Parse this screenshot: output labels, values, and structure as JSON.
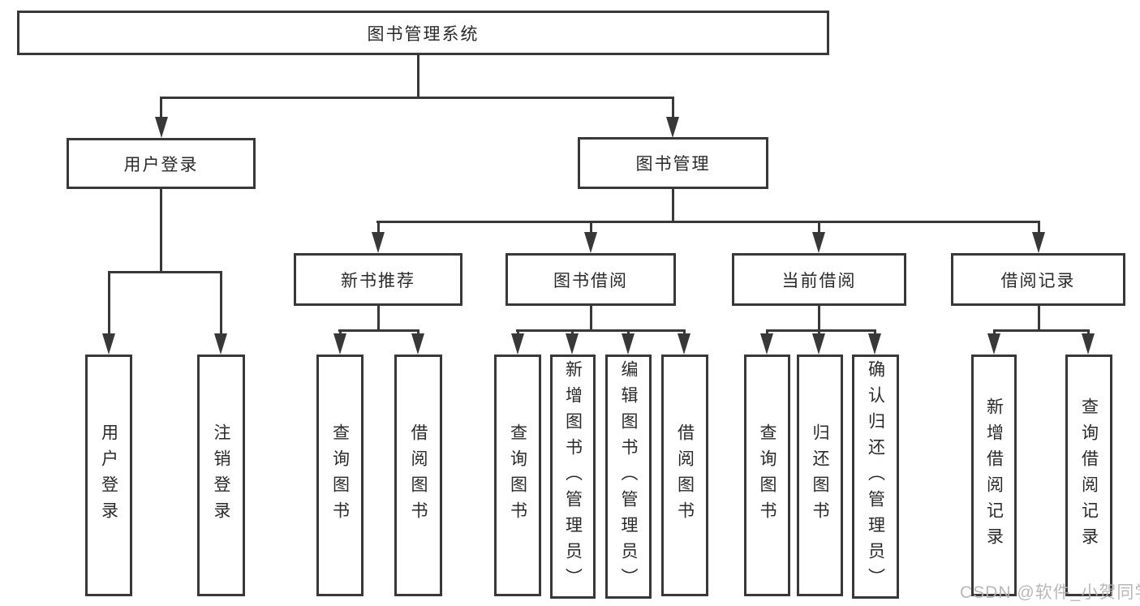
{
  "diagram": {
    "root": "图书管理系统",
    "level2": {
      "user_login": "用户登录",
      "book_mgmt": "图书管理"
    },
    "level3": {
      "new_book_rec": "新书推荐",
      "book_borrow": "图书借阅",
      "current_borrow": "当前借阅",
      "borrow_records": "借阅记录"
    },
    "leaves": {
      "user_login_leaf": "用户登录",
      "logout_leaf": "注销登录",
      "rec_query_books": "查询图书",
      "rec_borrow_books": "借阅图书",
      "bb_query_books": "查询图书",
      "bb_add_books": "新增图书（管理员）",
      "bb_edit_books": "编辑图书（管理员）",
      "bb_borrow_books": "借阅图书",
      "cb_query_books": "查询图书",
      "cb_return_books": "归还图书",
      "cb_confirm_return": "确认归还（管理员）",
      "br_add_record": "新增借阅记录",
      "br_query_record": "查询借阅记录"
    },
    "colors": {
      "line": "#383838",
      "text": "#2a2a2a",
      "background": "#ffffff",
      "watermark": "#b2b2b2"
    }
  },
  "watermark": "CSDN @软件_小贺同学"
}
